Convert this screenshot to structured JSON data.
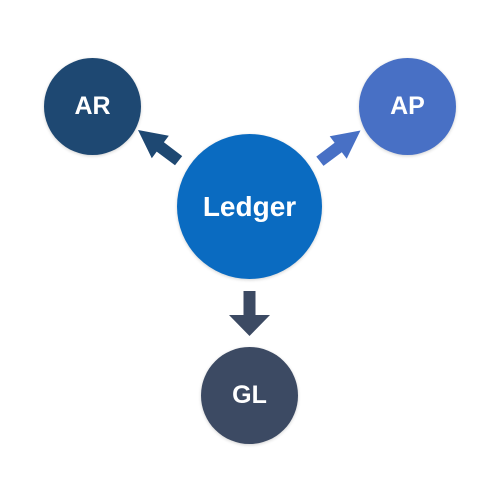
{
  "diagram": {
    "center": {
      "label": "Ledger",
      "color": "#0a6bc1"
    },
    "nodes": [
      {
        "id": "ar",
        "label": "AR",
        "color": "#1e4872"
      },
      {
        "id": "ap",
        "label": "AP",
        "color": "#4870c5"
      },
      {
        "id": "gl",
        "label": "GL",
        "color": "#3c4a63"
      }
    ],
    "edges": [
      {
        "from": "center",
        "to": "ar",
        "color": "#1e4872"
      },
      {
        "from": "center",
        "to": "ap",
        "color": "#4870c5"
      },
      {
        "from": "center",
        "to": "gl",
        "color": "#3c4a63"
      }
    ]
  }
}
